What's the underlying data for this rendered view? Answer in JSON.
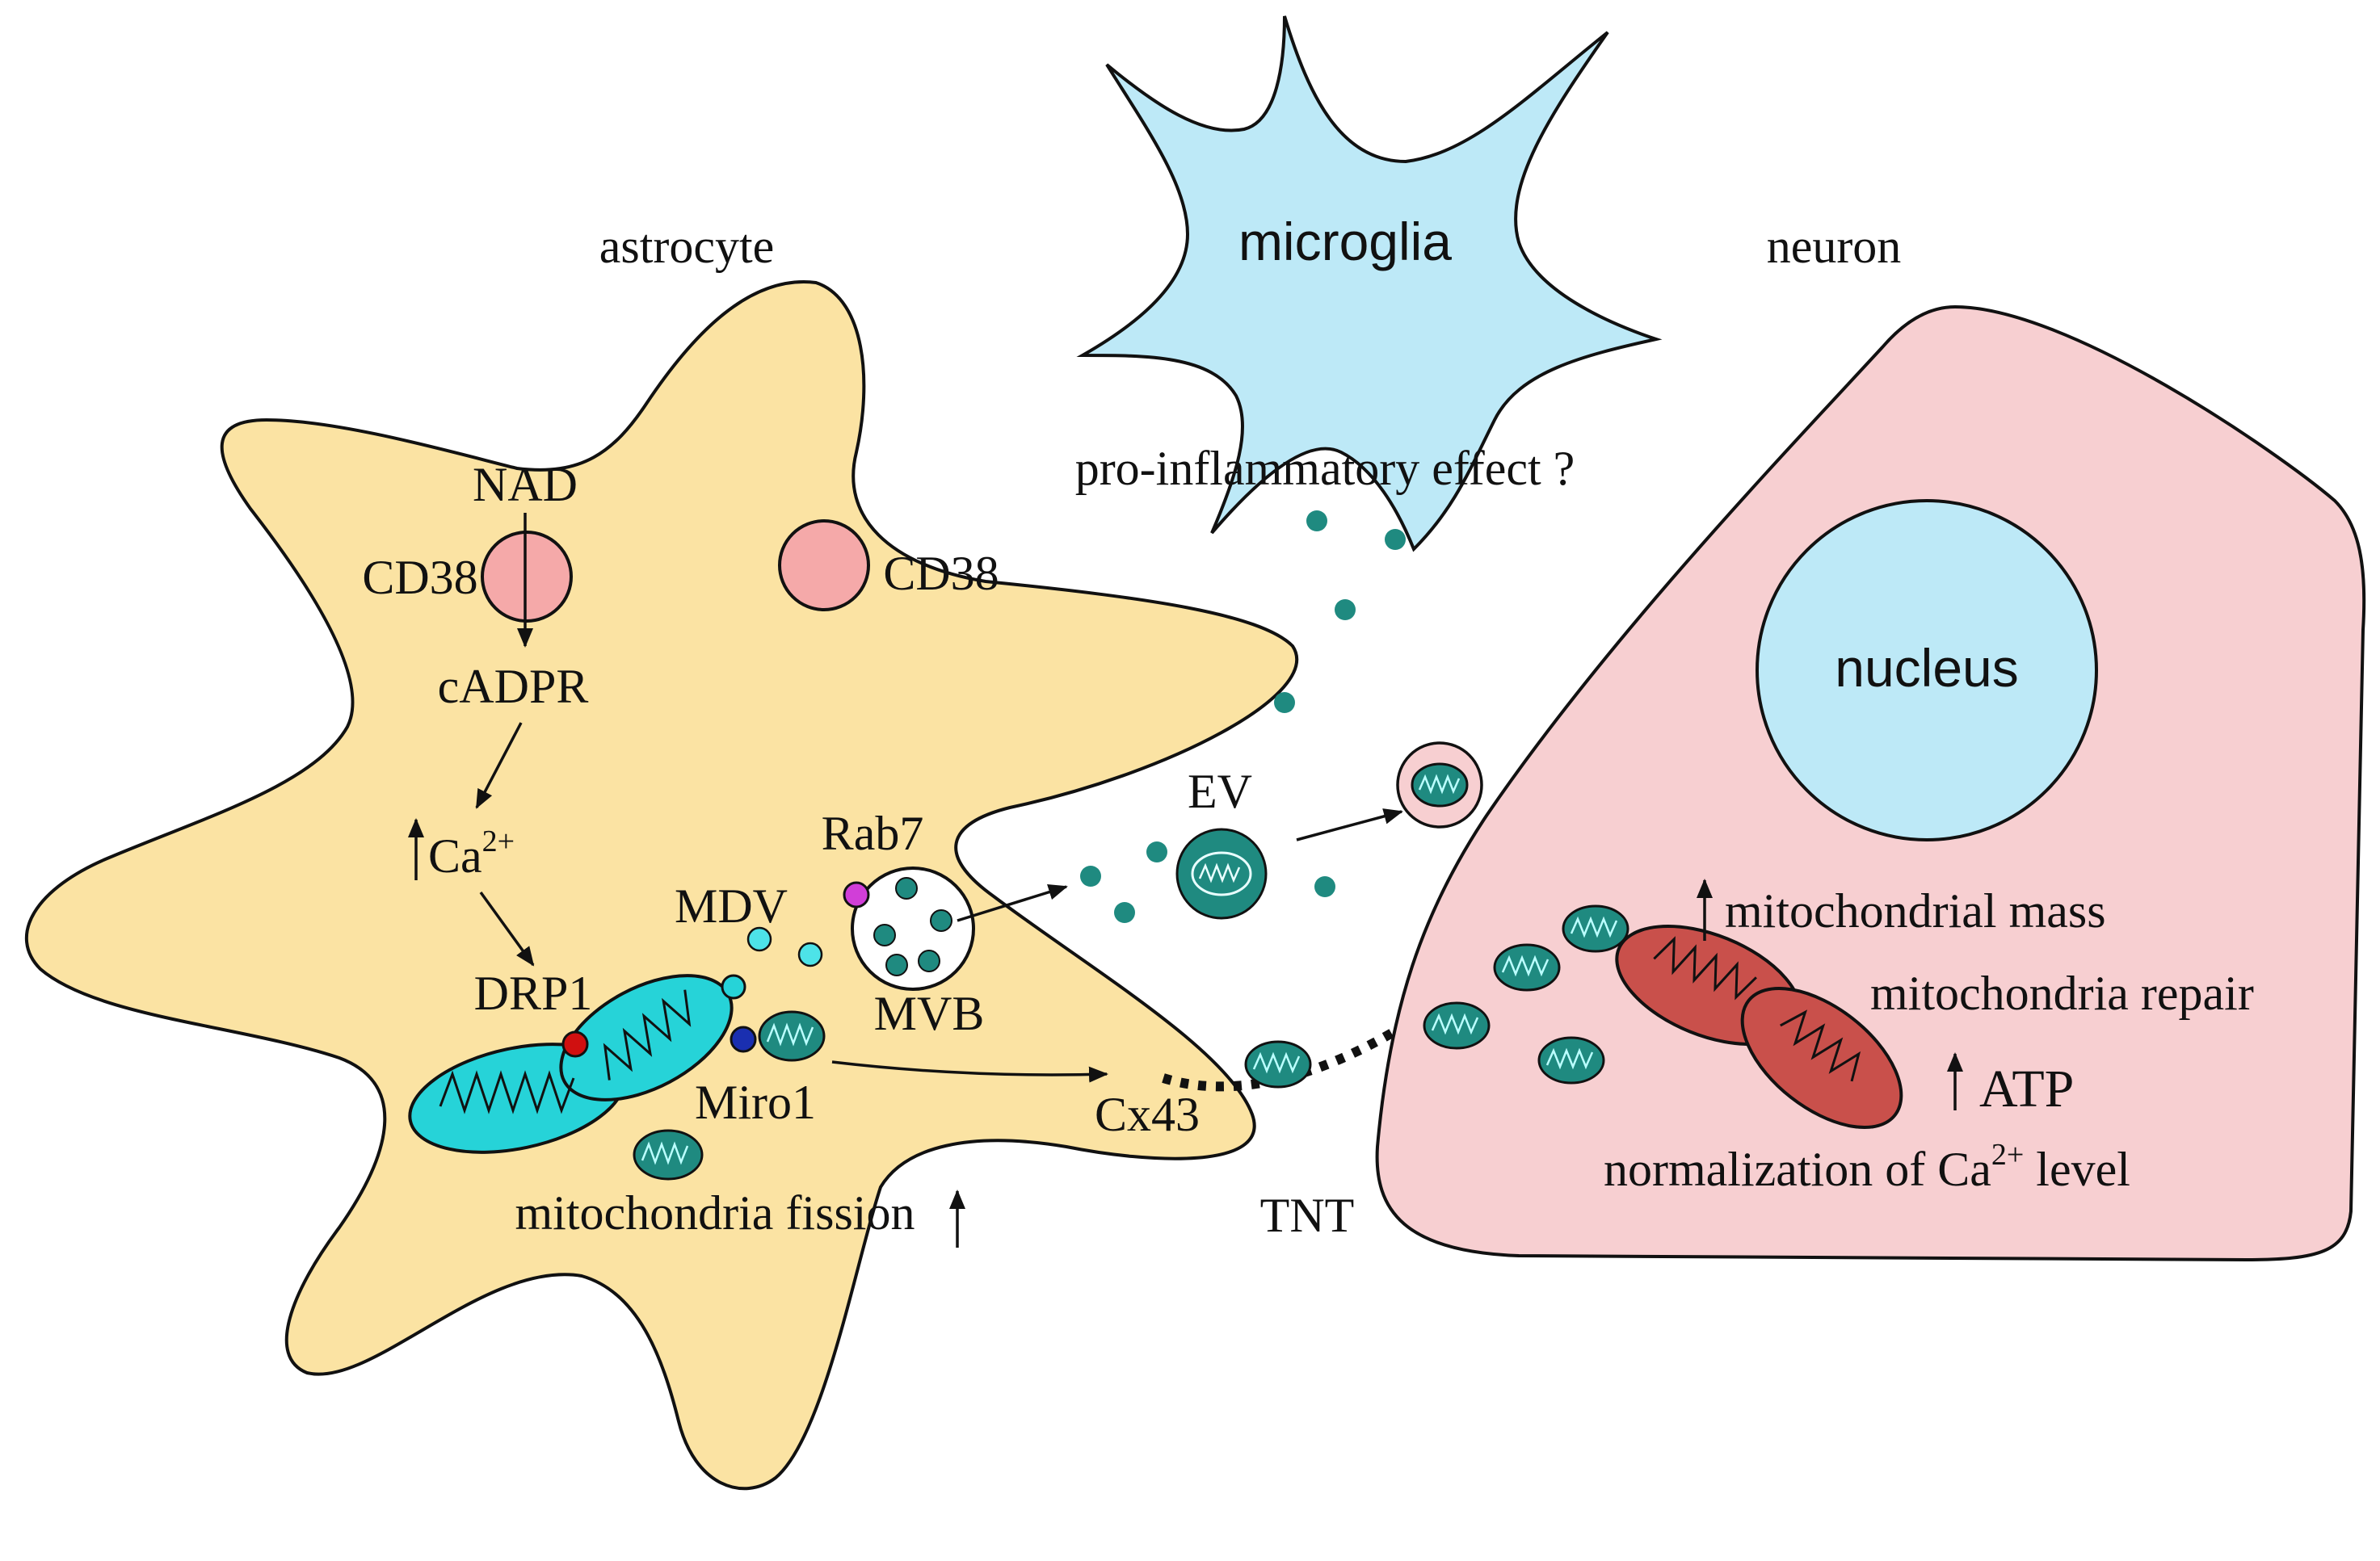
{
  "cells": {
    "astrocyte": "astrocyte",
    "microglia": "microglia",
    "neuron": "neuron",
    "nucleus": "nucleus"
  },
  "astrocyte_labels": {
    "nad": "NAD",
    "cd38_left": "CD38",
    "cd38_right": "CD38",
    "cadpr": "cADPR",
    "ca": "Ca",
    "ca_sup": "2+",
    "drp1": "DRP1",
    "mdv": "MDV",
    "rab7": "Rab7",
    "mvb": "MVB",
    "miro1": "Miro1",
    "cx43": "Cx43",
    "fission": "mitochondria fission"
  },
  "transfer_labels": {
    "ev": "EV",
    "tnt": "TNT",
    "pro_inflammatory": "pro-inflammatory effect ?"
  },
  "neuron_effects": {
    "mass": "mitochondrial mass",
    "repair": "mitochondria repair",
    "atp": "ATP",
    "normalization_pre": "normalization of Ca",
    "normalization_sup": "2+",
    "normalization_post": " level"
  },
  "colors": {
    "astrocyte_fill": "#FBE3A3",
    "microglia_fill": "#BDE9F7",
    "neuron_fill": "#F7CFD1",
    "nucleus_fill": "#BDE9F7",
    "cd38_fill": "#F5A9A9",
    "mito_cyan": "#26D3D8",
    "mito_teal": "#1F8A80",
    "mito_red": "#C9504B",
    "drp1_marker": "#D01010",
    "miro1_marker": "#1A2FB0",
    "rab7_marker": "#D13ED8",
    "mdv_fill": "#4DE3E8"
  }
}
